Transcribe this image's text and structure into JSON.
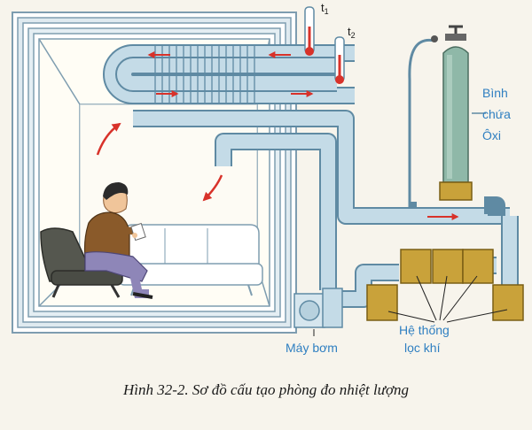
{
  "labels": {
    "t1": "t",
    "t1_sub": "1",
    "t2": "t",
    "t2_sub": "2",
    "oxygen_tank": [
      "Bình",
      "chứa",
      "Ôxi"
    ],
    "pump": "Máy bơm",
    "filter": [
      "Hệ thống",
      "lọc khí"
    ]
  },
  "caption": "Hình 32-2. Sơ đồ cấu tạo phòng đo nhiệt lượng",
  "colors": {
    "label_blue": "#2f7fc1",
    "arrow_red": "#d8322a",
    "pipe_light": "#c4dbe7",
    "filter_ochre": "#c9a23a",
    "tank_green": "#8fb8a8"
  },
  "icons": [
    "thermometer-icon",
    "oxygen-tank-icon",
    "pump-icon",
    "person-icon",
    "sofa-icon"
  ]
}
